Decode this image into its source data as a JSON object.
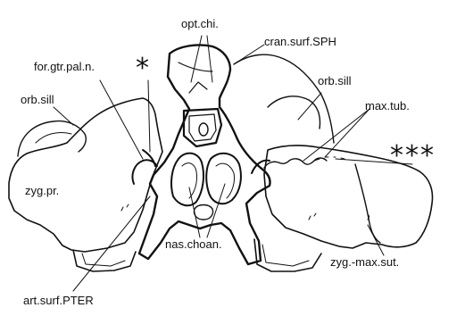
{
  "labels": {
    "opt_chi": "opt.chi.",
    "cran_surf_sph": "cran.surf.SPH",
    "for_gtr_pal_n": "for.gtr.pal.n.",
    "orb_sill_left": "orb.sill",
    "orb_sill_right": "orb.sill",
    "max_tub": "max.tub.",
    "zyg_pr": "zyg.pr.",
    "nas_choan": "nas.choan.",
    "zyg_max_sut": "zyg.-max.sut.",
    "art_surf_pter": "art.surf.PTER"
  },
  "markers": {
    "single_asterisk": "*",
    "triple_asterisk": "***"
  },
  "colors": {
    "ink": "#111111",
    "background": "#ffffff"
  }
}
